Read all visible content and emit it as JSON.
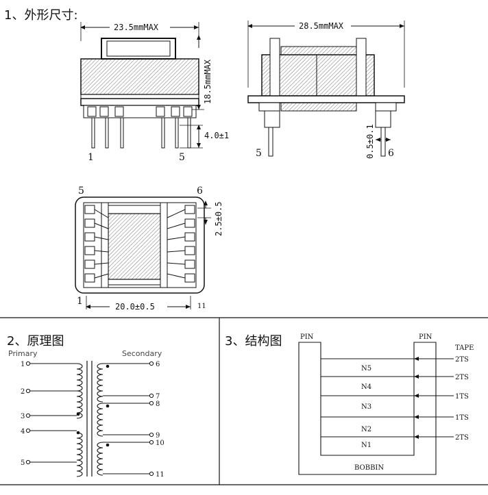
{
  "sections": {
    "dimensions_title": "1、外形尺寸:",
    "schematic_title": "2、原理图",
    "structure_title": "3、结构图"
  },
  "dimensions": {
    "front_width": "23.5mmMAX",
    "front_height": "18.5mmMAX",
    "pin_length": "4.0±1",
    "front_pin_left": "1",
    "front_pin_right": "5",
    "side_width": "28.5mmMAX",
    "side_pin_left": "5",
    "side_pin_right": "6",
    "pin_thickness": "0.5±0.1",
    "bottom_pin_tl": "5",
    "bottom_pin_tr": "6",
    "bottom_pin_bl": "1",
    "bottom_pin_br": "11",
    "pin_pitch": "2.5±0.5",
    "row_spacing": "20.0±0.5"
  },
  "schematic": {
    "primary_label": "Primary",
    "secondary_label": "Secondary",
    "primary_pins": [
      "1",
      "2",
      "3",
      "4",
      "5"
    ],
    "secondary_pins": [
      "6",
      "7",
      "8",
      "9",
      "10",
      "11"
    ]
  },
  "structure": {
    "pin_left": "PIN",
    "pin_right": "PIN",
    "tape_label": "TAPE",
    "windings": [
      "N5",
      "N4",
      "N3",
      "N2",
      "N1"
    ],
    "tapes": [
      "2TS",
      "2TS",
      "1TS",
      "1TS",
      "2TS"
    ],
    "bobbin": "BOBBIN"
  }
}
